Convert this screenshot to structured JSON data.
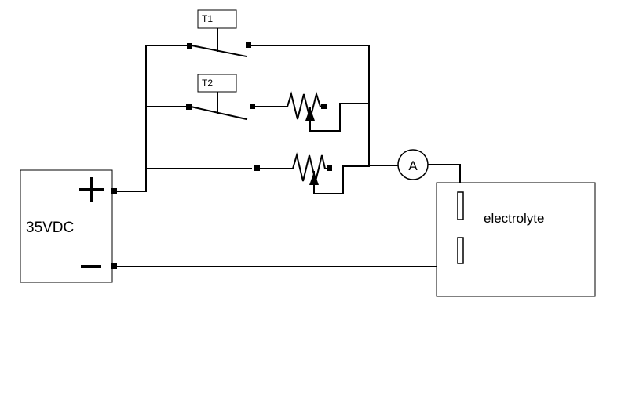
{
  "power_supply": {
    "voltage_label": "35VDC",
    "positive_symbol": "+",
    "negative_symbol": "−"
  },
  "timers": [
    {
      "label": "T1"
    },
    {
      "label": "T2"
    }
  ],
  "ammeter": {
    "label": "A"
  },
  "tank": {
    "label": "electrolyte"
  },
  "colors": {
    "line": "#000000",
    "background": "#ffffff"
  }
}
